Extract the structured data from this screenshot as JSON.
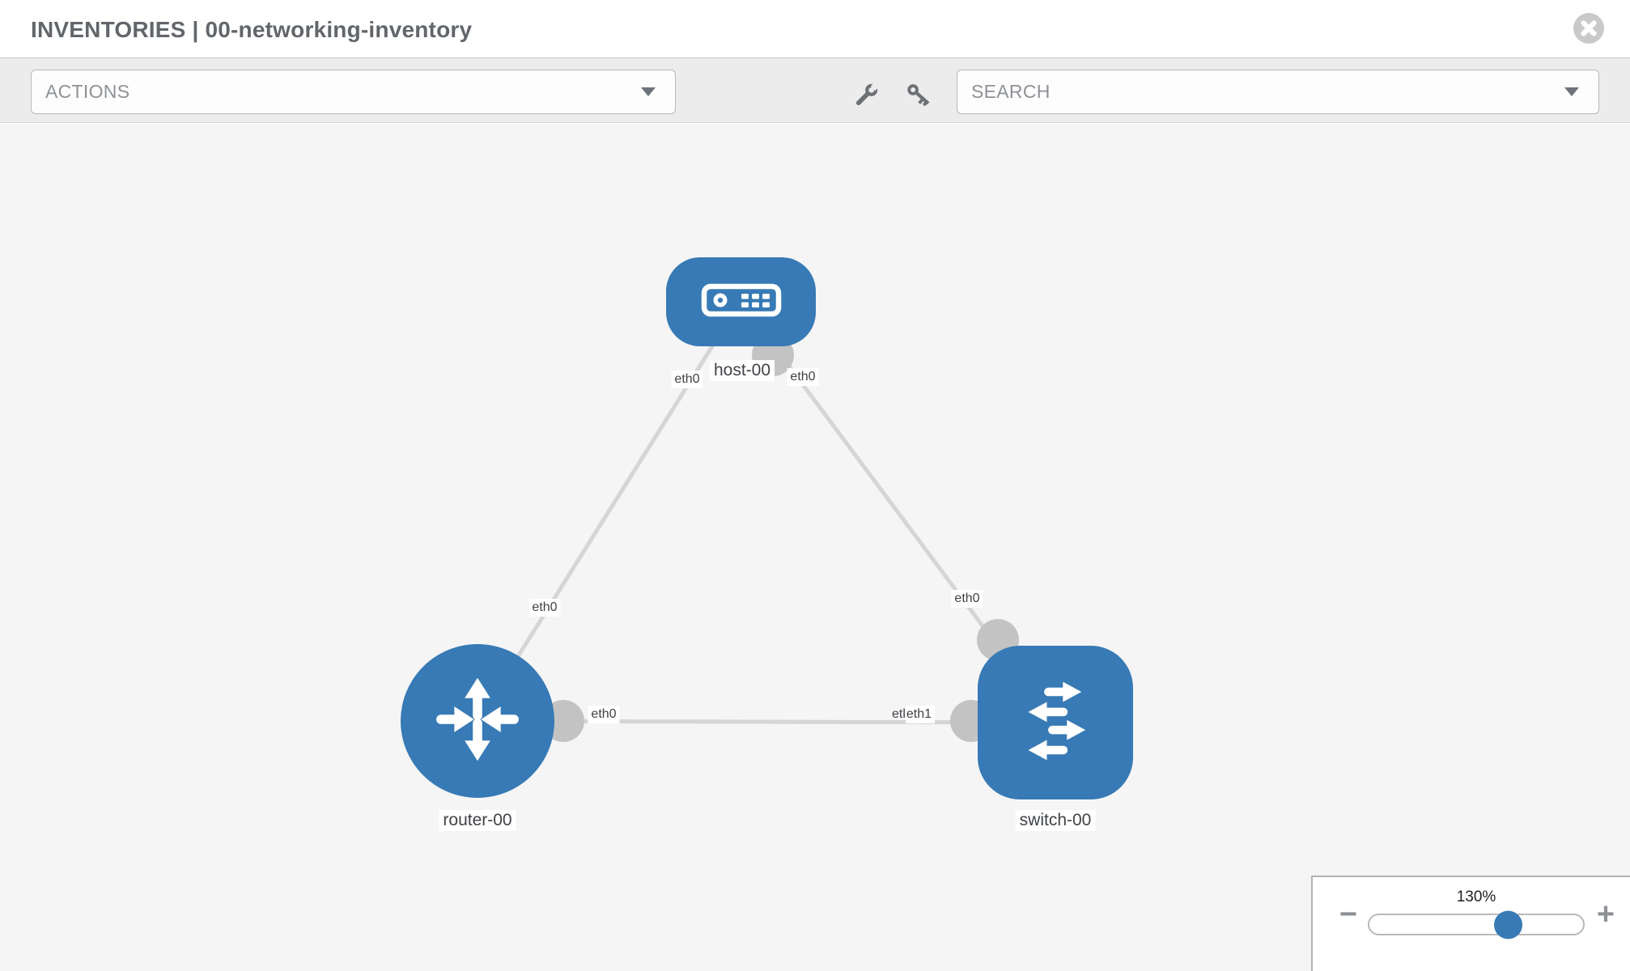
{
  "window": {
    "title": "INVENTORIES | 00-networking-inventory"
  },
  "toolbar": {
    "actions_label": "ACTIONS",
    "search_placeholder": "SEARCH",
    "icons": [
      "wrench-icon",
      "key-icon"
    ]
  },
  "topology": {
    "nodes": [
      {
        "id": "host-00",
        "type": "host",
        "label": "host-00"
      },
      {
        "id": "router-00",
        "type": "router",
        "label": "router-00"
      },
      {
        "id": "switch-00",
        "type": "switch",
        "label": "switch-00"
      }
    ],
    "links": [
      {
        "source": "host-00",
        "target": "router-00",
        "source_label": "eth0",
        "target_label": "eth0"
      },
      {
        "source": "host-00",
        "target": "switch-00",
        "source_label": "eth0",
        "target_label": "eth0"
      },
      {
        "source": "router-00",
        "target": "switch-00",
        "source_label": "eth0",
        "target_label": "eth1",
        "target_label_overlap": "etl"
      }
    ]
  },
  "zoom_control": {
    "value": "130%",
    "percent": 130
  },
  "colors": {
    "node_fill": "#377ab5",
    "link": "#d5d5d5",
    "interface_dot": "#c3c3c3",
    "slider_handle": "#377ab5",
    "canvas_bg": "#f5f5f6",
    "toolbar_bg": "#ececec",
    "close_button": "#c9c9c9"
  }
}
